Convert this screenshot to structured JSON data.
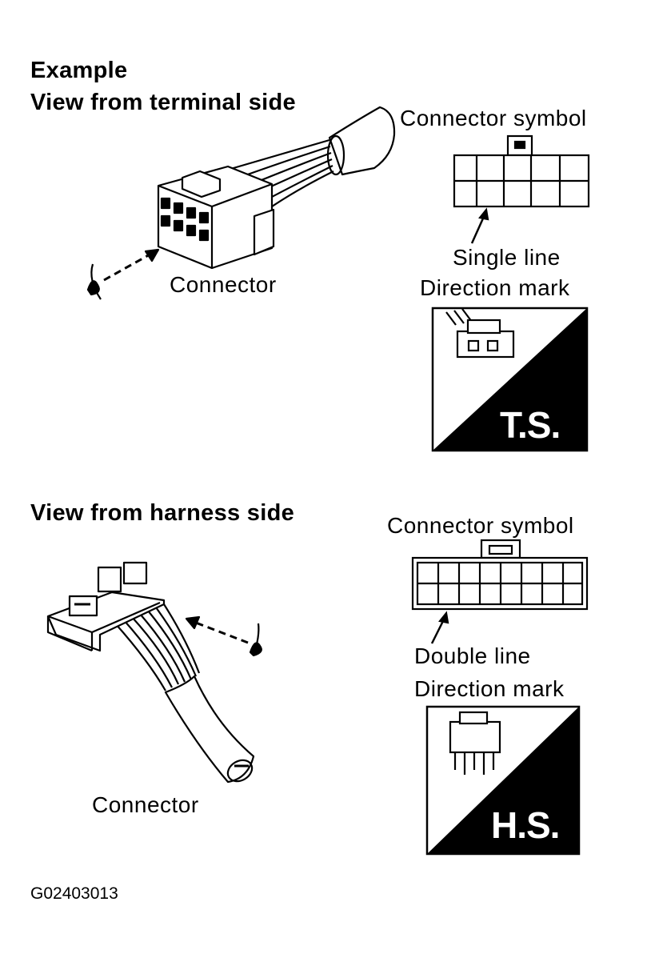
{
  "heading_example": "Example",
  "terminal_side": {
    "title": "View from terminal side",
    "connector_label": "Connector",
    "symbol_label": "Connector symbol",
    "line_label": "Single line",
    "direction_label": "Direction mark",
    "badge_text": "T.S."
  },
  "harness_side": {
    "title": "View from harness side",
    "connector_label": "Connector",
    "symbol_label": "Connector symbol",
    "line_label": "Double line",
    "direction_label": "Direction mark",
    "badge_text": "H.S."
  },
  "figure_code": "G02403013"
}
